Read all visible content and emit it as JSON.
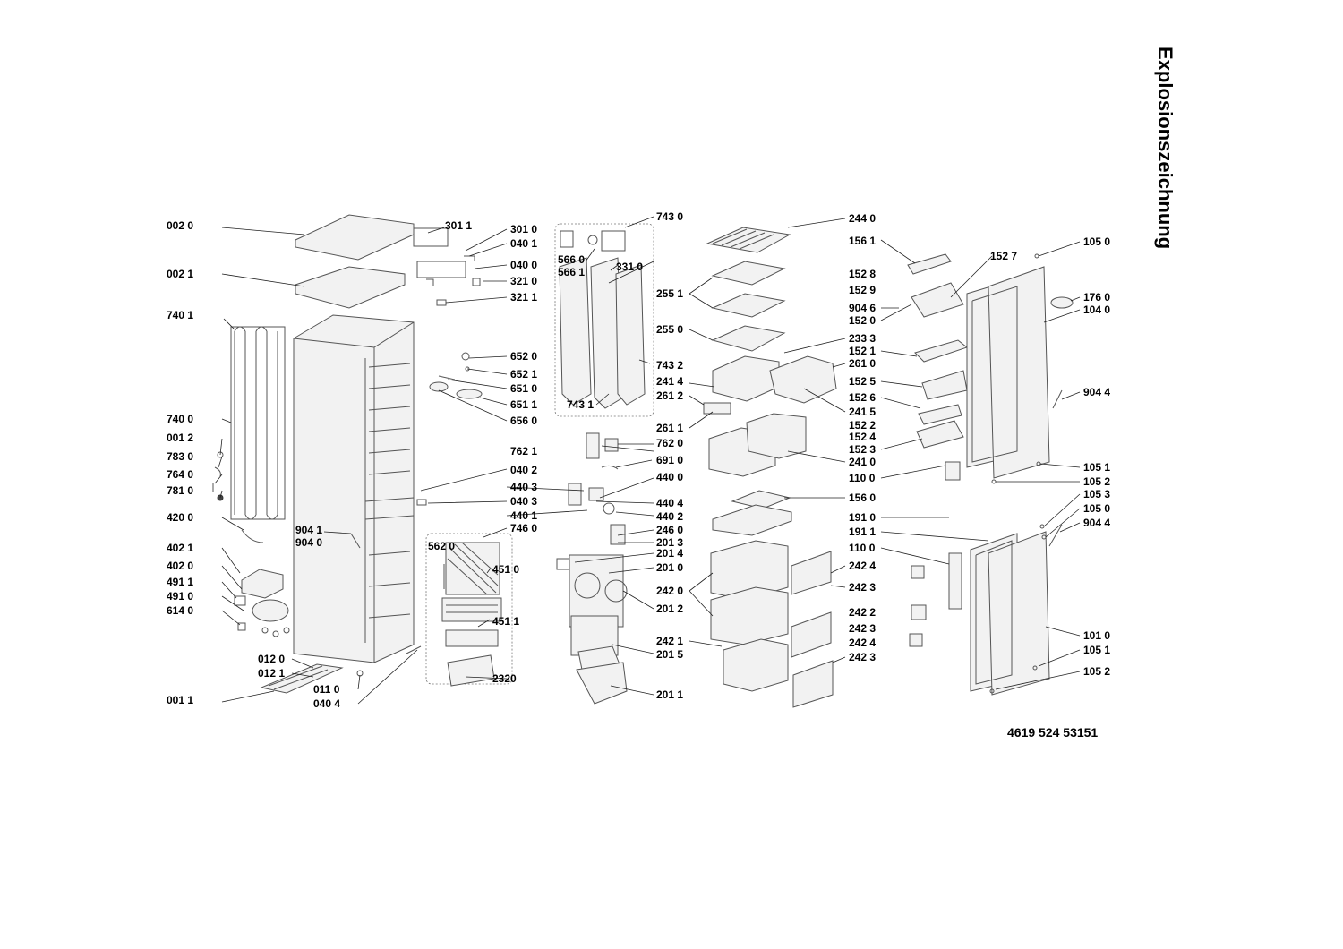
{
  "title": "Explosionszeichnung",
  "document_number": "4619 524 53151",
  "labels": {
    "l0020": "002 0",
    "l0021": "002 1",
    "l7401": "740 1",
    "l7400": "740 0",
    "l0012": "001 2",
    "l7830": "783 0",
    "l7640": "764 0",
    "l7810": "781 0",
    "l4200": "420 0",
    "l4021": "402 1",
    "l4020": "402 0",
    "l4911": "491 1",
    "l4910": "491 0",
    "l6140": "614 0",
    "l0011": "001 1",
    "l0120": "012 0",
    "l0121": "012 1",
    "l0110": "011 0",
    "l0404": "040 4",
    "l9041": "904 1",
    "l9040": "904 0",
    "l3011": "301 1",
    "l3010": "301 0",
    "l0401": "040 1",
    "l0400": "040 0",
    "l3210": "321 0",
    "l3211": "321 1",
    "l6520": "652 0",
    "l6521": "652 1",
    "l6510": "651 0",
    "l6511": "651 1",
    "l6560": "656 0",
    "l7621": "762 1",
    "l7620": "762 0",
    "l6910": "691 0",
    "l0402": "040 2",
    "l4403": "440 3",
    "l0403": "040 3",
    "l4401": "440 1",
    "l4400": "440 0",
    "l4404": "440 4",
    "l4402": "440 2",
    "l2460": "246 0",
    "l7460": "746 0",
    "l2013": "201 3",
    "l2014": "201 4",
    "l2010": "201 0",
    "l2012": "201 2",
    "l2015": "201 5",
    "l2011": "201 1",
    "l5620": "562 0",
    "l4510": "451 0",
    "l4511": "451 1",
    "l2320": "2320",
    "l7430": "743 0",
    "l5660": "566 0",
    "l5661": "566 1",
    "l3310": "331 0",
    "l7432": "743 2",
    "l7431": "743 1",
    "l2440": "244 0",
    "l2551": "255 1",
    "l2550": "255 0",
    "l2414": "241 4",
    "l2612": "261 2",
    "l2611": "261 1",
    "l2333": "233 3",
    "l2610": "261 0",
    "l2415": "241 5",
    "l2410": "241 0",
    "l1560": "156 0",
    "l2420": "242 0",
    "l2421": "242 1",
    "l2424a": "242 4",
    "l2423a": "242 3",
    "l2422": "242 2",
    "l2423b": "242 3",
    "l2424b": "242 4",
    "l2423c": "242 3",
    "l1561": "156 1",
    "l1527": "152 7",
    "l1528": "152 8",
    "l1529": "152 9",
    "l9046": "904 6",
    "l1520": "152 0",
    "l1521": "152 1",
    "l1525": "152 5",
    "l1526": "152 6",
    "l1522": "152 2",
    "l1524": "152 4",
    "l1523": "152 3",
    "l1100a": "110 0",
    "l1910": "191 0",
    "l1911": "191 1",
    "l1100b": "110 0",
    "l1050a": "105 0",
    "l1760": "176 0",
    "l1040": "104 0",
    "l9044a": "904 4",
    "l1051a": "105 1",
    "l1052a": "105 2",
    "l1053": "105 3",
    "l1050b": "105 0",
    "l9044b": "904 4",
    "l1010": "101 0",
    "l1051b": "105 1",
    "l1052b": "105 2"
  }
}
